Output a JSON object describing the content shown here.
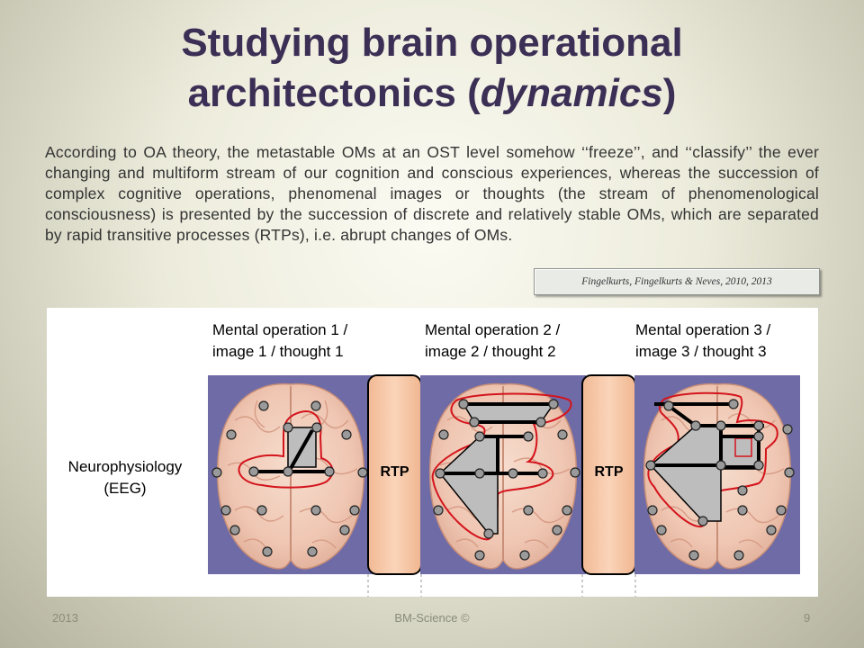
{
  "slide": {
    "title_part1": "Studying brain operational",
    "title_part2": "architectonics (",
    "title_italic": "dynamics",
    "title_part3": ")",
    "body": "According to OA theory, the metastable OMs at an OST level somehow ‘‘freeze’’, and ‘‘classify’’ the ever changing and multiform stream of our cognition and conscious experiences, whereas the succession of complex cognitive operations, phenomenal images or thoughts (the stream of phenomenological consciousness) is presented by the succession of discrete and relatively stable OMs, which are separated by rapid transitive processes (RTPs), i.e. abrupt changes of OMs.",
    "citation": "Fingelkurts, Fingelkurts & Neves, 2010, 2013"
  },
  "figure": {
    "row_label_line1": "Neurophysiology",
    "row_label_line2": "(EEG)",
    "operations": [
      {
        "line1": "Mental operation 1 /",
        "line2": "image 1 / thought 1"
      },
      {
        "line1": "Mental operation 2 /",
        "line2": "image 2 / thought 2"
      },
      {
        "line1": "Mental operation 3 /",
        "line2": "image 3 / thought 3"
      }
    ],
    "rtp_labels": [
      "RTP",
      "RTP"
    ],
    "colors": {
      "panel_bg": "#6f6ba6",
      "brain": "#f1cbb9",
      "rtp_fill": "#f7c7a6",
      "boundary": "#d4141c",
      "node": "#9a9a9a"
    }
  },
  "footer": {
    "year": "2013",
    "copyright": "BM-Science ©",
    "page": "9"
  }
}
